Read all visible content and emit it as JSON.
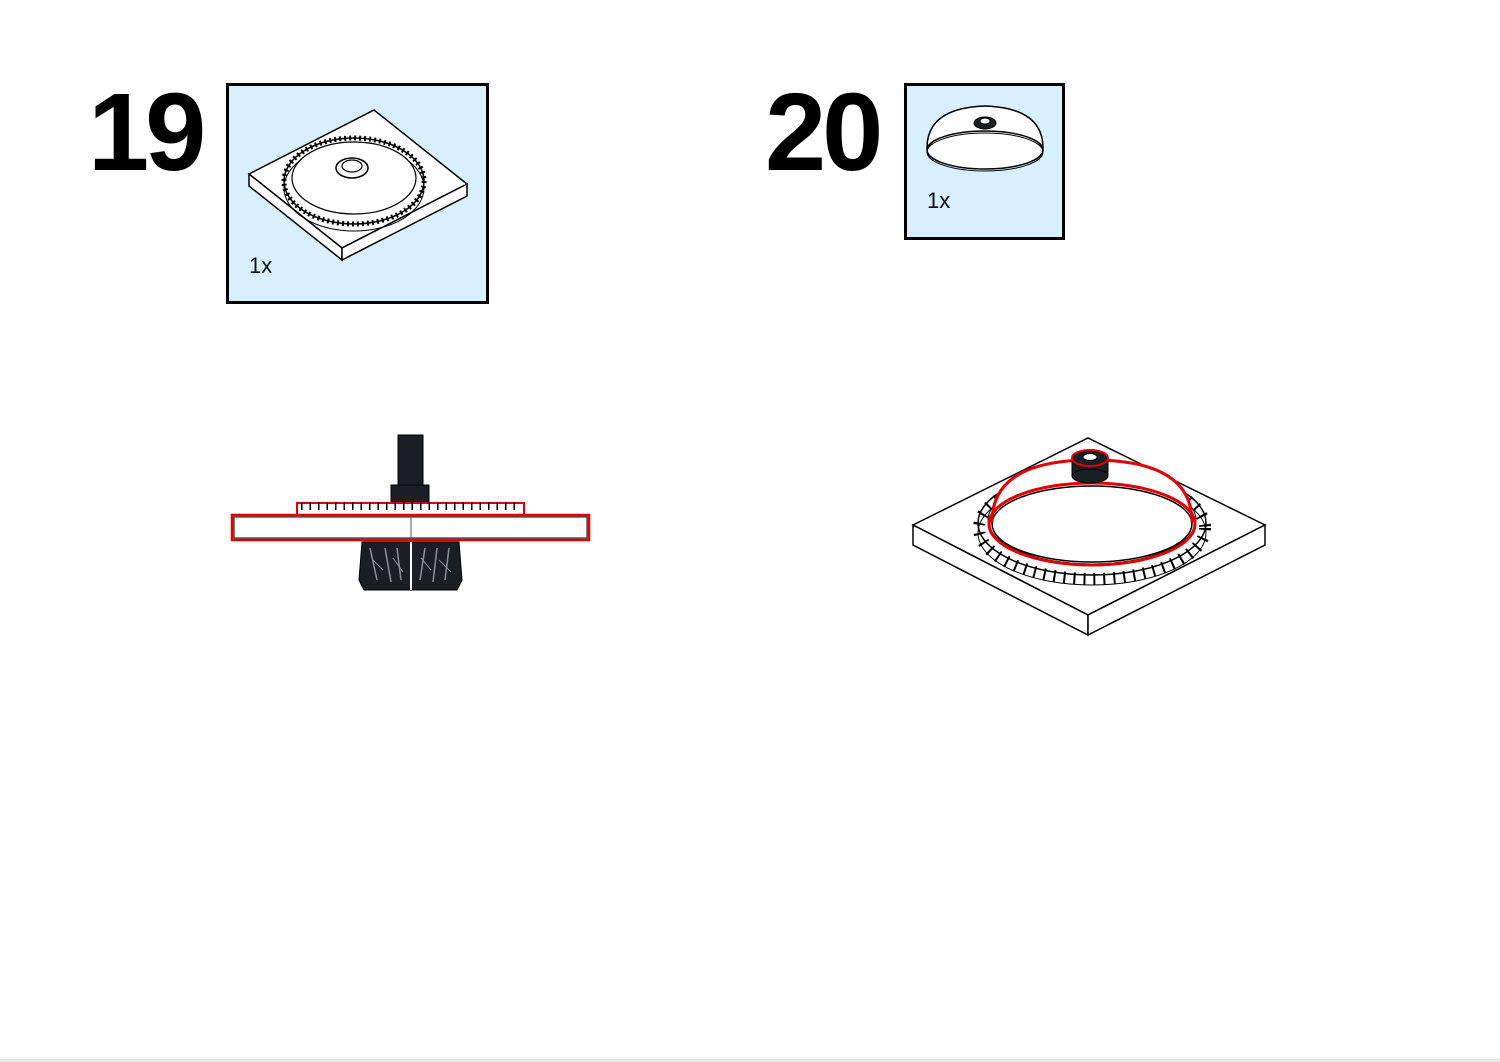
{
  "steps": [
    {
      "number": "19",
      "part": {
        "quantity": "1x",
        "icon": "turntable-plate-icon"
      },
      "assembly_icon": "turntable-side-view-icon"
    },
    {
      "number": "20",
      "part": {
        "quantity": "1x",
        "icon": "dish-icon"
      },
      "assembly_icon": "turntable-with-dish-icon"
    }
  ],
  "colors": {
    "parts_box_bg": "#d8efff",
    "highlight": "#e00000",
    "outline": "#000000",
    "dark_part": "#1a1f26"
  }
}
